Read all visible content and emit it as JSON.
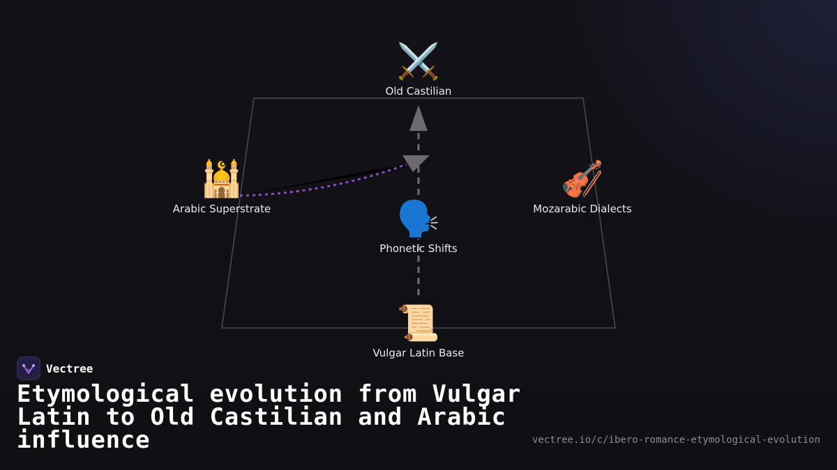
{
  "diagram": {
    "nodes": {
      "old_castilian": {
        "label": "Old Castilian",
        "icon": "crossed-swords-icon",
        "glyph": "⚔️"
      },
      "arabic_superstrate": {
        "label": "Arabic Superstrate",
        "icon": "mosque-icon",
        "glyph": "🕌"
      },
      "mozarabic_dialects": {
        "label": "Mozarabic Dialects",
        "icon": "violin-icon",
        "glyph": "🎻"
      },
      "phonetic_shifts": {
        "label": "Phonetic Shifts",
        "icon": "speaking-head-icon",
        "glyph": "🗣️"
      },
      "vulgar_latin_base": {
        "label": "Vulgar Latin Base",
        "icon": "scroll-icon",
        "glyph": "📜"
      }
    },
    "edges": [
      {
        "from": "vulgar_latin_base",
        "to": "old_castilian",
        "style": "dashed",
        "color": "#7a7a80"
      },
      {
        "from": "arabic_superstrate",
        "to": "phonetic_shifts",
        "style": "dotted",
        "color": "#8a4fc0"
      }
    ]
  },
  "brand": {
    "name": "Vectree",
    "logo_icon": "vectree-logo-icon",
    "accent": "#a070e0"
  },
  "title": "Etymological evolution from Vulgar Latin to Old Castilian and Arabic influence",
  "source_url": "vectree.io/c/ibero-romance-etymological-evolution"
}
